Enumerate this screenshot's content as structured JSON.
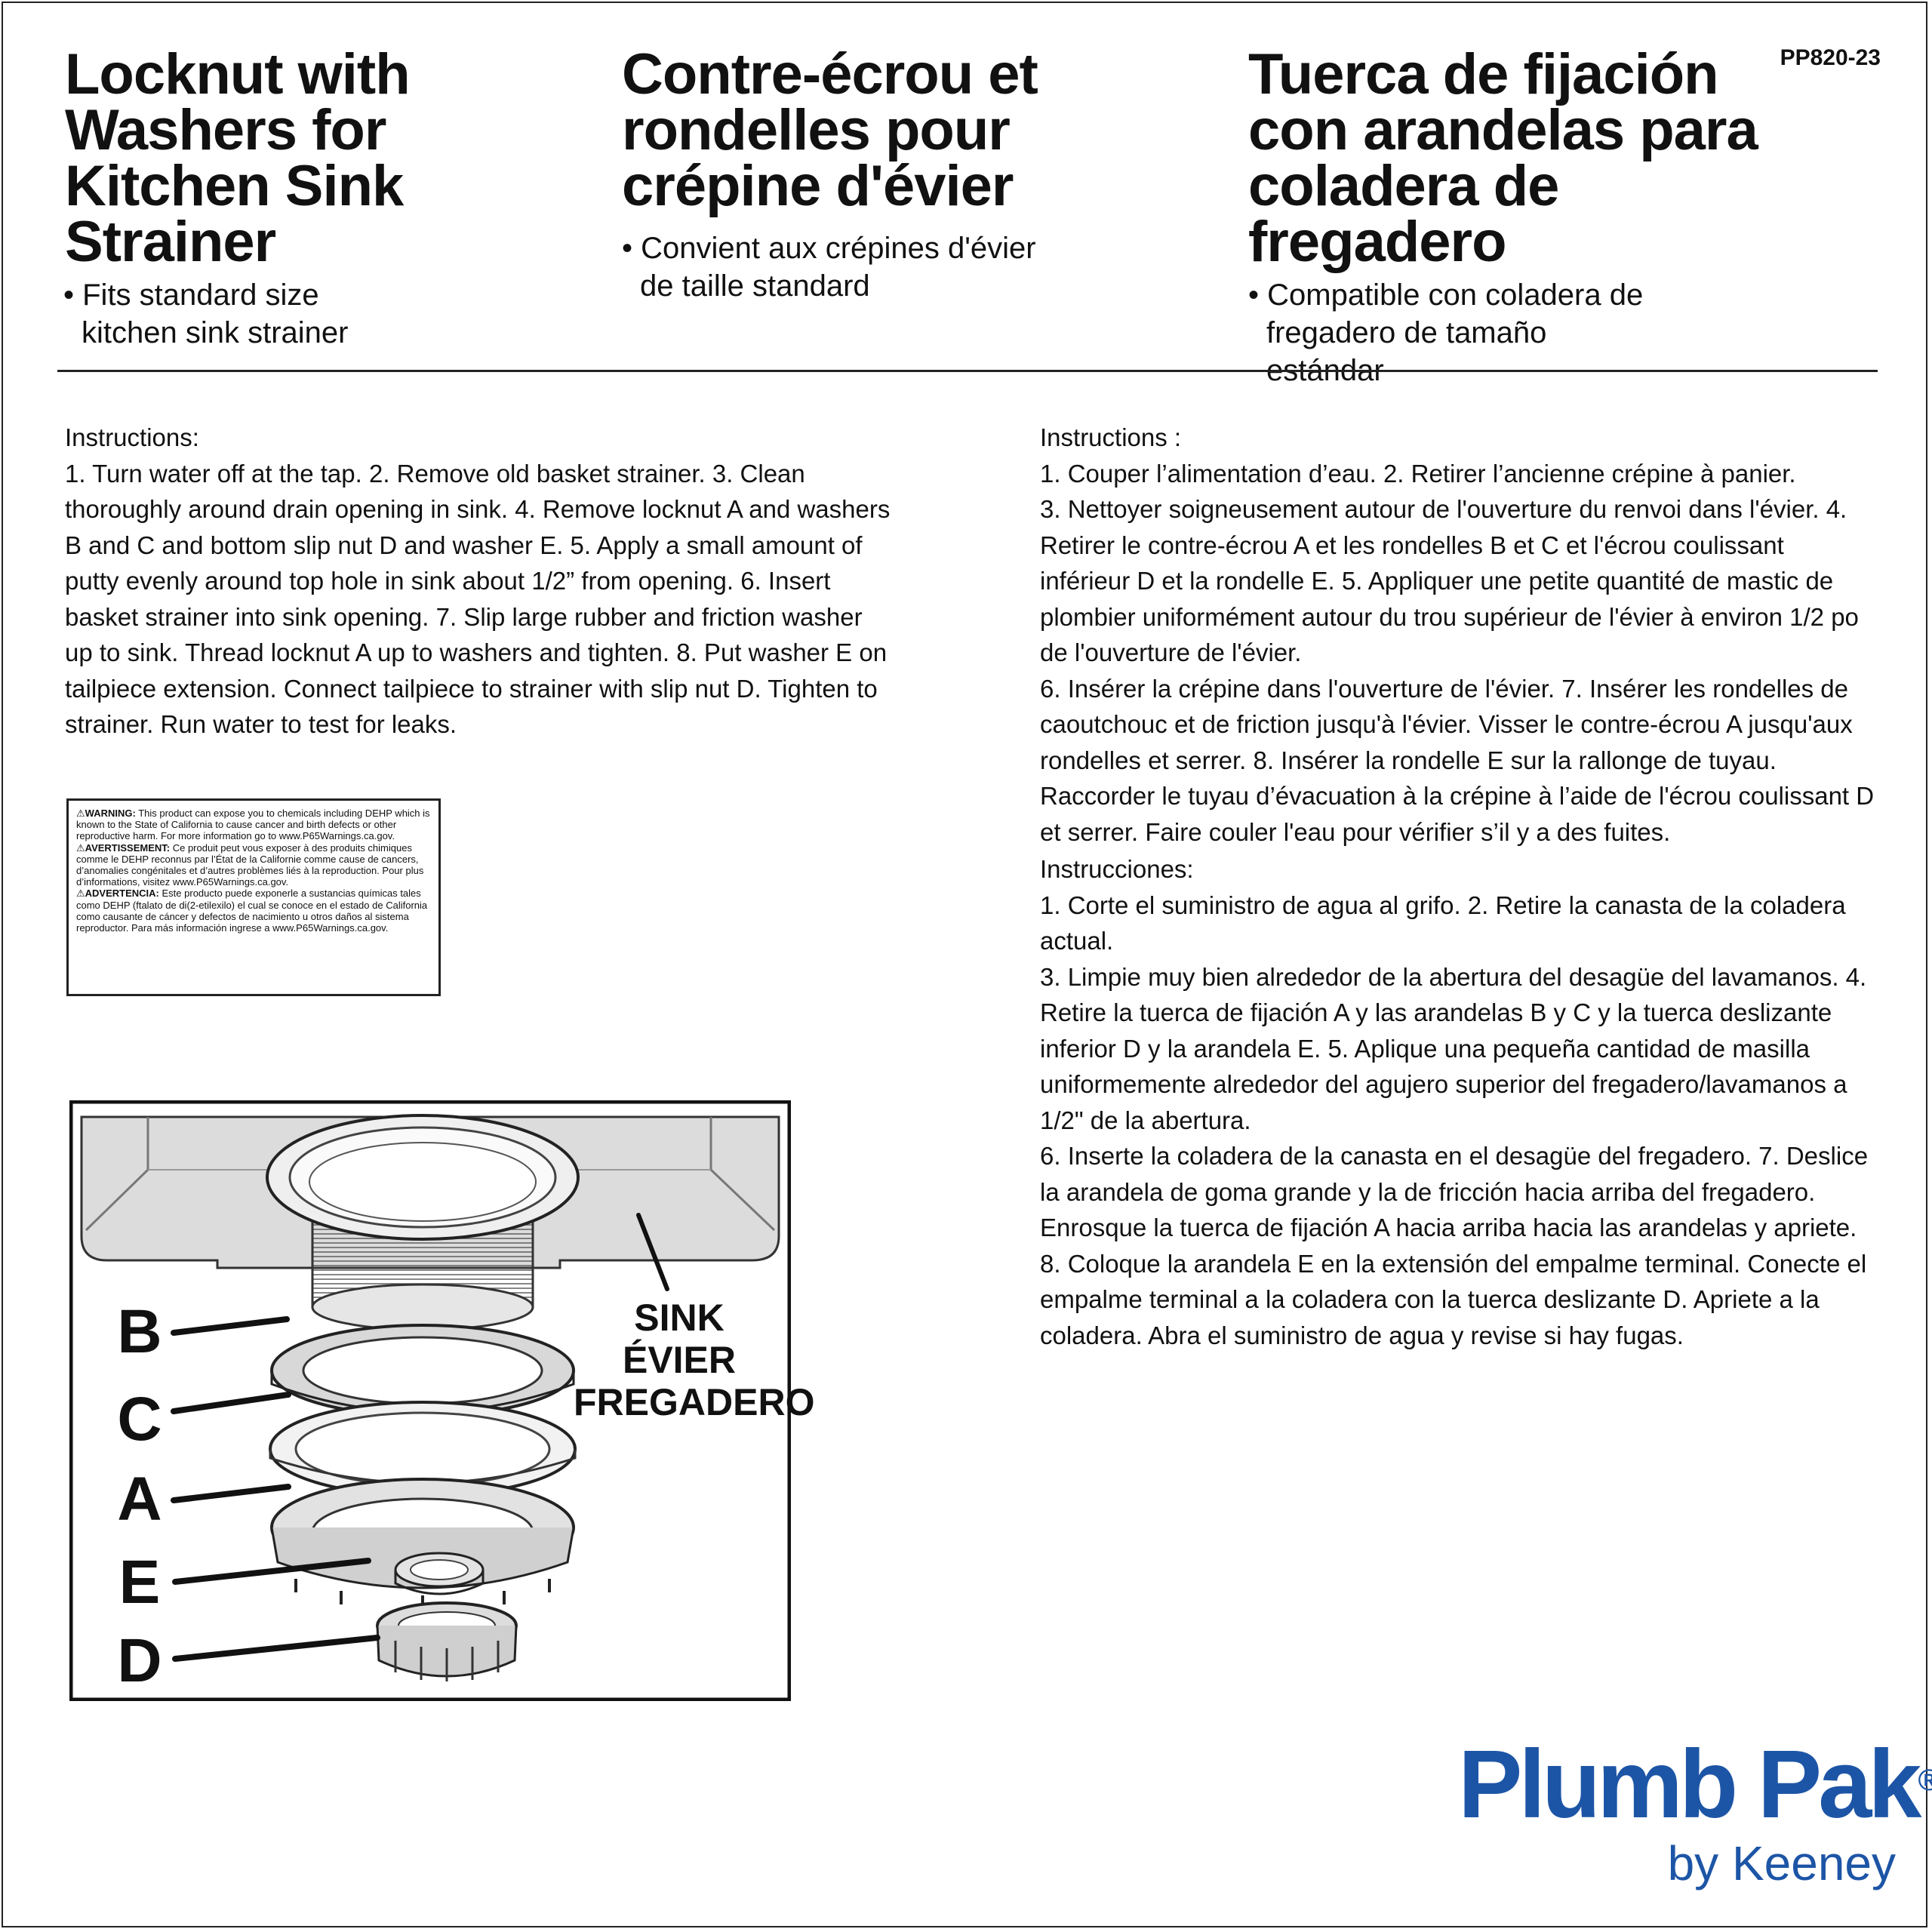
{
  "product_code": "PP820-23",
  "en": {
    "title_lines": [
      "Locknut with",
      "Washers for",
      "Kitchen Sink",
      "Strainer"
    ],
    "bullet": "• Fits standard size kitchen sink strainer",
    "heading": "Instructions:",
    "steps": "1. Turn water off at the tap. 2. Remove old basket strainer. 3. Clean thoroughly around drain opening in sink. 4. Remove locknut A and washers B and C and bottom slip nut D and washer E. 5. Apply a small amount of putty evenly around top hole in sink about 1/2” from opening. 6. Insert basket strainer into sink opening. 7. Slip large rubber and friction washer up to sink. Thread locknut A up to washers and tighten. 8. Put washer E on tailpiece extension. Connect tailpiece to strainer with slip nut D. Tighten to strainer. Run water to test for leaks."
  },
  "fr": {
    "title_lines": [
      "Contre-écrou et",
      "rondelles pour",
      "crépine d'évier"
    ],
    "bullet": "• Convient aux crépines d'évier de taille standard",
    "heading": "Instructions :",
    "steps_1": "1.  Couper l’alimentation d’eau. 2. Retirer l’ancienne crépine à panier.",
    "steps_2": "3. Nettoyer soigneusement autour de l'ouverture du renvoi dans l'évier. 4. Retirer le contre-écrou A et les rondelles B et C et l'écrou coulissant inférieur D et la rondelle E. 5. Appliquer une petite quantité de mastic de plombier uniformément autour du trou supérieur de l'évier à environ 1/2 po de l'ouverture de l'évier.",
    "steps_3": "6. Insérer la crépine dans l'ouverture de l'évier. 7. Insérer les rondelles de caoutchouc et de friction jusqu'à l'évier. Visser le contre-écrou A jusqu'aux rondelles et serrer. 8. Insérer la rondelle E sur la rallonge de tuyau. Raccorder le tuyau d’évacuation à la crépine à l’aide de l'écrou coulissant D et serrer.  Faire couler l'eau pour vérifier s’il y a des fuites."
  },
  "es": {
    "title_lines": [
      "Tuerca de fijación",
      "con arandelas para",
      "coladera de",
      "fregadero"
    ],
    "bullet": "• Compatible con coladera de fregadero de tamaño estándar",
    "heading": "Instrucciones:",
    "steps_1": "1. Corte el suministro de agua al grifo. 2. Retire la canasta de la coladera actual.",
    "steps_2": "3. Limpie muy bien alrededor de la abertura del desagüe del lavamanos. 4. Retire la tuerca de fijación A y las arandelas B y C y la tuerca deslizante inferior D y la arandela E. 5. Aplique una pequeña cantidad de masilla uniformemente alrededor del agujero superior del fregadero/lavamanos a 1/2\" de la abertura.",
    "steps_3": "6. Inserte la coladera de la canasta en el desagüe del fregadero. 7. Deslice la arandela de goma grande y la de fricción hacia arriba del fregadero. Enrosque la tuerca de fijación A hacia arriba hacia las arandelas y apriete. 8. Coloque la arandela E en la extensión del empalme terminal. Conecte el empalme terminal a la coladera con la tuerca deslizante D. Apriete a la coladera. Abra el suministro de agua y revise si hay fugas."
  },
  "warning": {
    "en_label": "⚠WARNING:",
    "en_text": "This product can expose you to chemicals including DEHP which is known to the State of California to cause cancer and birth defects or other reproductive harm. For more information go to www.P65Warnings.ca.gov.",
    "fr_label": "⚠AVERTISSEMENT:",
    "fr_text": "Ce produit peut vous exposer à des produits chimiques comme le DEHP reconnus par l’État de la Californie comme cause de cancers, d’anomalies congénitales et d’autres problèmes liés à la reproduction. Pour plus d’informations, visitez www.P65Warnings.ca.gov.",
    "es_label": "⚠ADVERTENCIA:",
    "es_text": "Este producto puede exponerle a sustancias químicas tales como DEHP (ftalato de di(2-etilexilo) el cual se conoce en el estado de California como causante de cáncer y defectos de nacimiento u otros daños al sistema reproductor. Para más información ingrese a www.P65Warnings.ca.gov."
  },
  "diagram": {
    "parts": [
      "B",
      "C",
      "A",
      "E",
      "D"
    ],
    "sink_label": [
      "SINK",
      "ÉVIER",
      "FREGADERO"
    ]
  },
  "brand": {
    "name": "Plumb Pak",
    "registered": "®",
    "sub": "by Keeney"
  }
}
